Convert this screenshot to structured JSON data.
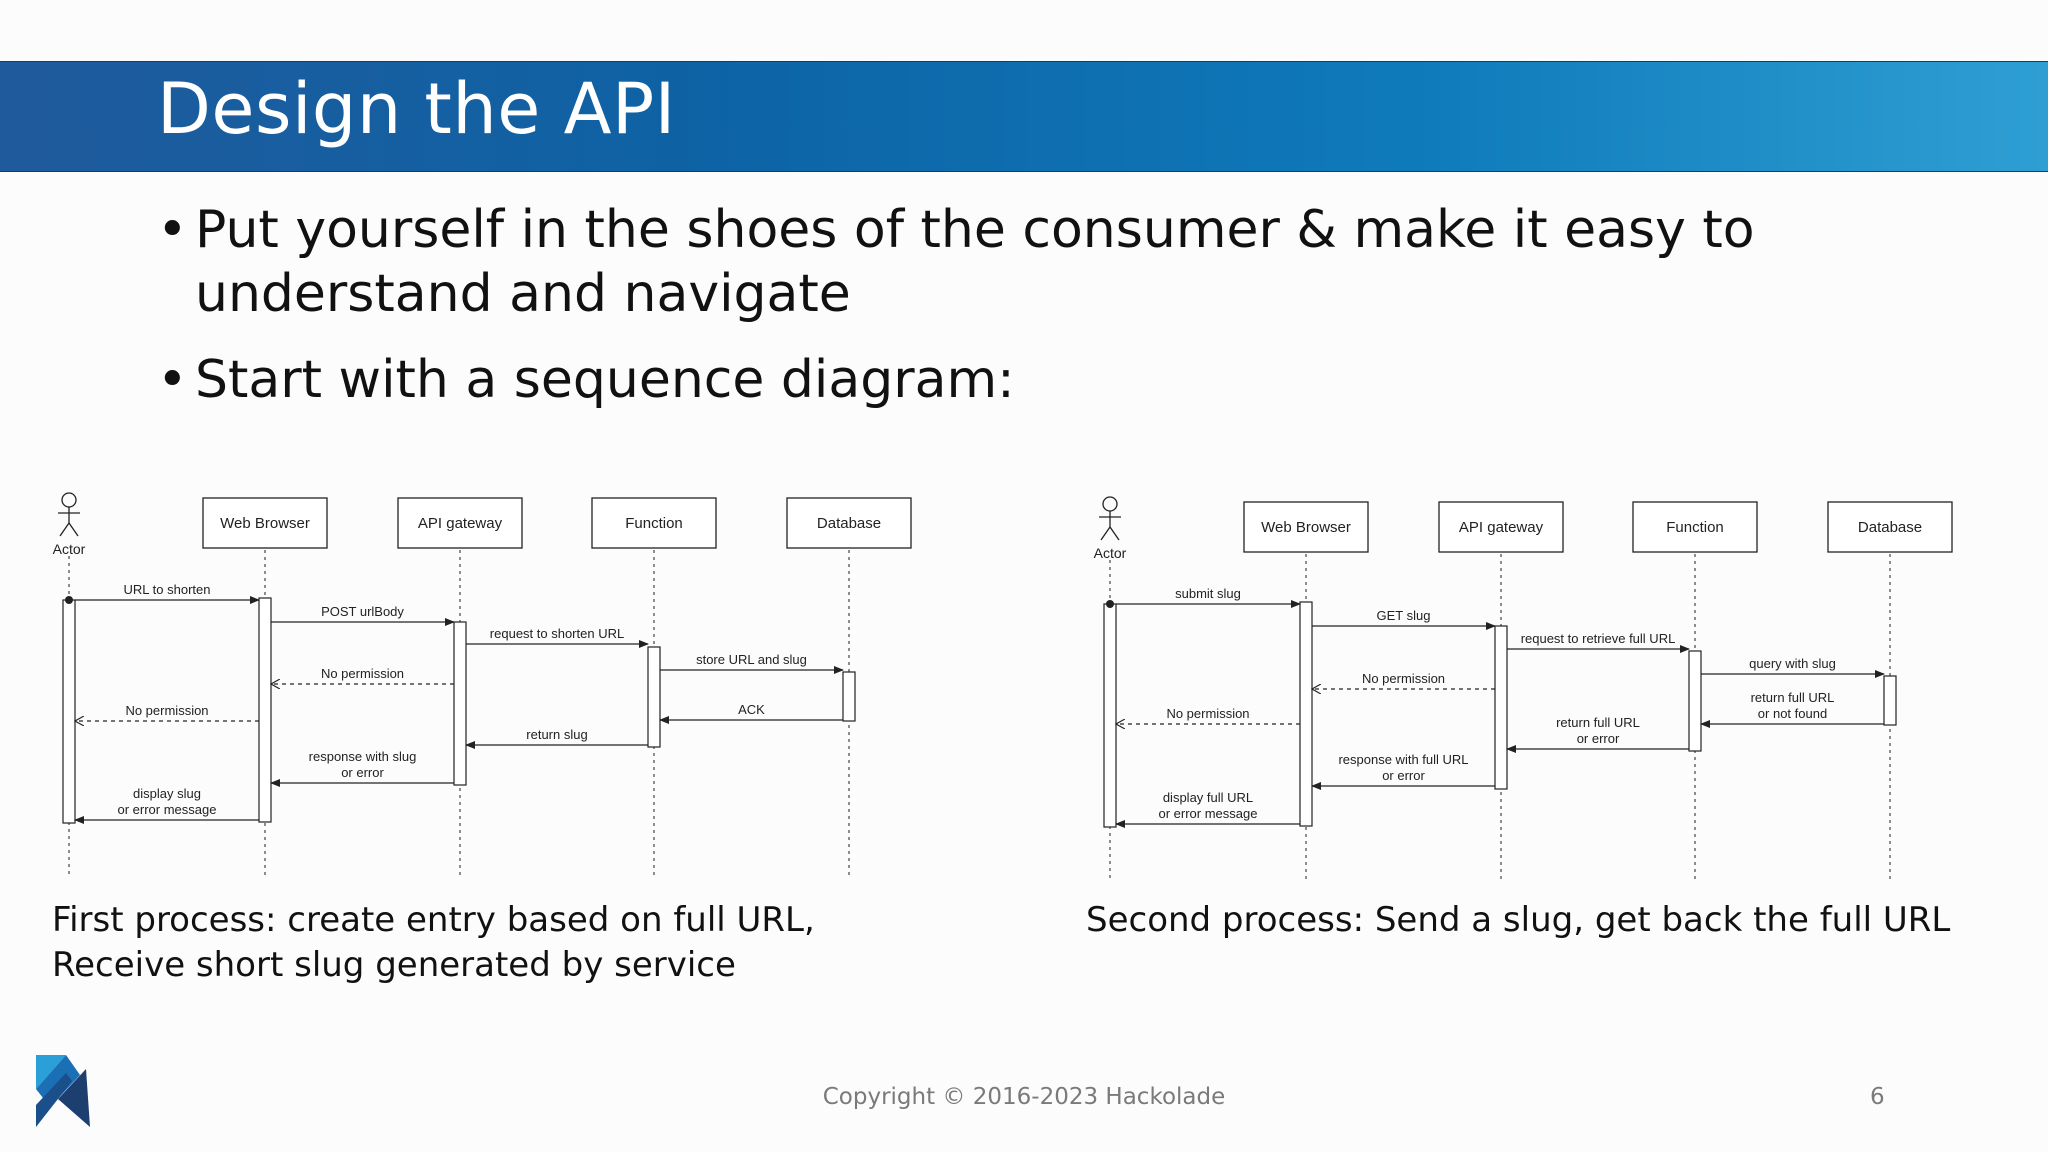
{
  "slide": {
    "title": "Design the API",
    "bullets": [
      "Put yourself in the shoes of the consumer & make it easy to understand and navigate",
      "Start with a sequence diagram:"
    ],
    "bullet_glyph": "•",
    "footer": "Copyright © 2016-2023 Hackolade",
    "page_number": "6",
    "logo": "hackolade-logo-icon",
    "colors": {
      "title_bar": "#0d63a5",
      "title_bar_light": "#2e9fd3",
      "title_text": "#ffffff"
    }
  },
  "diagrams": [
    {
      "caption": [
        "First process: create entry based on full URL,",
        "Receive short slug generated by service"
      ],
      "actor": "Actor",
      "participants": [
        "Web Browser",
        "API gateway",
        "Function",
        "Database"
      ],
      "messages": [
        {
          "label": [
            "URL to shorten"
          ],
          "from": 0,
          "to": 1,
          "style": "solid"
        },
        {
          "label": [
            "POST urlBody"
          ],
          "from": 1,
          "to": 2,
          "style": "solid"
        },
        {
          "label": [
            "request to shorten URL"
          ],
          "from": 2,
          "to": 3,
          "style": "solid"
        },
        {
          "label": [
            "store URL and slug"
          ],
          "from": 3,
          "to": 4,
          "style": "solid"
        },
        {
          "label": [
            "No permission"
          ],
          "from": 2,
          "to": 1,
          "style": "dashed"
        },
        {
          "label": [
            "No permission"
          ],
          "from": 1,
          "to": 0,
          "style": "dashed"
        },
        {
          "label": [
            "ACK"
          ],
          "from": 4,
          "to": 3,
          "style": "solid"
        },
        {
          "label": [
            "return slug"
          ],
          "from": 3,
          "to": 2,
          "style": "solid"
        },
        {
          "label": [
            "response with slug",
            "or error"
          ],
          "from": 2,
          "to": 1,
          "style": "solid"
        },
        {
          "label": [
            "display slug",
            "or error message"
          ],
          "from": 1,
          "to": 0,
          "style": "solid"
        }
      ]
    },
    {
      "caption": [
        "Second process: Send a slug, get back the full URL"
      ],
      "actor": "Actor",
      "participants": [
        "Web Browser",
        "API gateway",
        "Function",
        "Database"
      ],
      "messages": [
        {
          "label": [
            "submit slug"
          ],
          "from": 0,
          "to": 1,
          "style": "solid"
        },
        {
          "label": [
            "GET slug"
          ],
          "from": 1,
          "to": 2,
          "style": "solid"
        },
        {
          "label": [
            "request to retrieve full URL"
          ],
          "from": 2,
          "to": 3,
          "style": "solid"
        },
        {
          "label": [
            "query with slug"
          ],
          "from": 3,
          "to": 4,
          "style": "solid"
        },
        {
          "label": [
            "No permission"
          ],
          "from": 2,
          "to": 1,
          "style": "dashed"
        },
        {
          "label": [
            "return full URL",
            "or not found"
          ],
          "from": 4,
          "to": 3,
          "style": "solid"
        },
        {
          "label": [
            "No permission"
          ],
          "from": 1,
          "to": 0,
          "style": "dashed"
        },
        {
          "label": [
            "return full URL",
            "or error"
          ],
          "from": 3,
          "to": 2,
          "style": "solid"
        },
        {
          "label": [
            "response with full URL",
            "or error"
          ],
          "from": 2,
          "to": 1,
          "style": "solid"
        },
        {
          "label": [
            "display full URL",
            "or error message"
          ],
          "from": 1,
          "to": 0,
          "style": "solid"
        }
      ]
    }
  ]
}
